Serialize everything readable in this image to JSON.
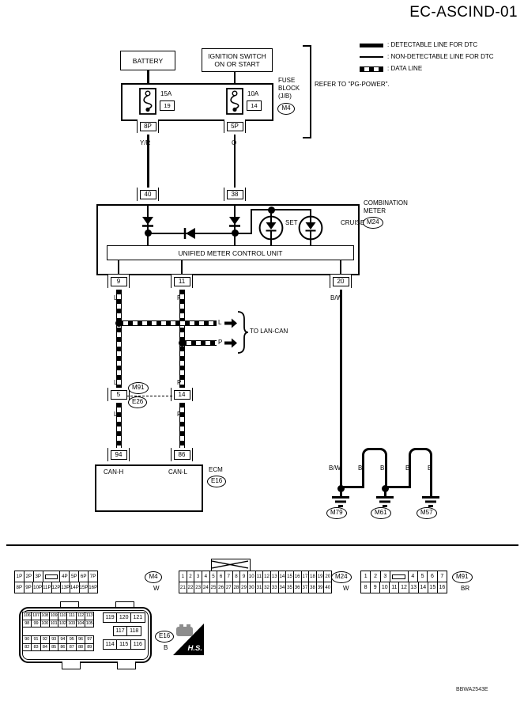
{
  "title": "EC-ASCIND-01",
  "legend": {
    "detectable": ": DETECTABLE LINE FOR DTC",
    "non_detectable": ": NON-DETECTABLE LINE FOR DTC",
    "data_line": ": DATA LINE"
  },
  "power": {
    "battery": "BATTERY",
    "ignition_line1": "IGNITION SWITCH",
    "ignition_line2": "ON OR START",
    "fuse_block_line1": "FUSE",
    "fuse_block_line2": "BLOCK",
    "fuse_block_line3": "(J/B)",
    "fuse_block_connector": "M4",
    "refer_note": "REFER TO \"PG-POWER\".",
    "fuse1_rating": "15A",
    "fuse1_number": "19",
    "fuse1_pin": "8P",
    "fuse1_wire": "Y/R",
    "fuse2_rating": "10A",
    "fuse2_number": "14",
    "fuse2_pin": "5P",
    "fuse2_wire": "O"
  },
  "meter": {
    "pin_left": "40",
    "pin_right": "38",
    "name_line1": "COMBINATION",
    "name_line2": "METER",
    "connector": "M24",
    "set_label": "SET",
    "cruise_label": "CRUISE",
    "unit_label": "UNIFIED METER CONTROL UNIT",
    "pin_l": "9",
    "pin_p": "11",
    "pin_bw": "20"
  },
  "wires": {
    "l": "L",
    "p": "P",
    "bw": "B/W",
    "b": "B"
  },
  "lan": {
    "to_label": "TO LAN-CAN",
    "conn_l": "5",
    "conn_p": "14",
    "m91": "M91",
    "e26": "E26"
  },
  "ecm": {
    "pin_canh": "94",
    "pin_canl": "86",
    "canh_label": "CAN-H",
    "canl_label": "CAN-L",
    "name": "ECM",
    "connector": "E16"
  },
  "ground": {
    "g1": "M79",
    "g2": "M61",
    "g3": "M57"
  },
  "footer": {
    "m4_name": "M4",
    "m4_color": "W",
    "m4_top": [
      "1P",
      "2P",
      "3P",
      "",
      "4P",
      "5P",
      "6P",
      "7P"
    ],
    "m4_bottom": [
      "8P",
      "9P",
      "10P",
      "11P",
      "12P",
      "13P",
      "14P",
      "15P",
      "16P"
    ],
    "m24_name": "M24",
    "m24_color": "W",
    "m24_top": [
      "1",
      "2",
      "3",
      "4",
      "5",
      "6",
      "7",
      "8",
      "9",
      "10",
      "11",
      "12",
      "13",
      "14",
      "15",
      "16",
      "17",
      "18",
      "19",
      "20"
    ],
    "m24_bottom": [
      "21",
      "22",
      "23",
      "24",
      "25",
      "26",
      "27",
      "28",
      "29",
      "30",
      "31",
      "32",
      "33",
      "34",
      "35",
      "36",
      "37",
      "38",
      "39",
      "40"
    ],
    "m91_name": "M91",
    "m91_color": "BR",
    "m91_top": [
      "1",
      "2",
      "3",
      "",
      "4",
      "5",
      "6",
      "7"
    ],
    "m91_bottom": [
      "8",
      "9",
      "10",
      "11",
      "12",
      "13",
      "14",
      "15",
      "16"
    ],
    "e16_name": "E16",
    "e16_color": "B",
    "e16_left_r1": [
      "106",
      "107",
      "108",
      "109",
      "110",
      "111",
      "112",
      "113"
    ],
    "e16_left_r2": [
      "98",
      "99",
      "100",
      "101",
      "102",
      "103",
      "104",
      "105"
    ],
    "e16_left_r3": [
      "90",
      "91",
      "92",
      "93",
      "94",
      "95",
      "96",
      "97"
    ],
    "e16_left_r4": [
      "82",
      "83",
      "84",
      "85",
      "86",
      "87",
      "88",
      "89"
    ],
    "e16_right_r1": [
      "119",
      "120",
      "121"
    ],
    "e16_right_r2": [
      "117",
      "118"
    ],
    "e16_right_r3": [
      "114",
      "115",
      "116"
    ],
    "hs_label": "H.S."
  },
  "doc_code": "BBWA2543E"
}
